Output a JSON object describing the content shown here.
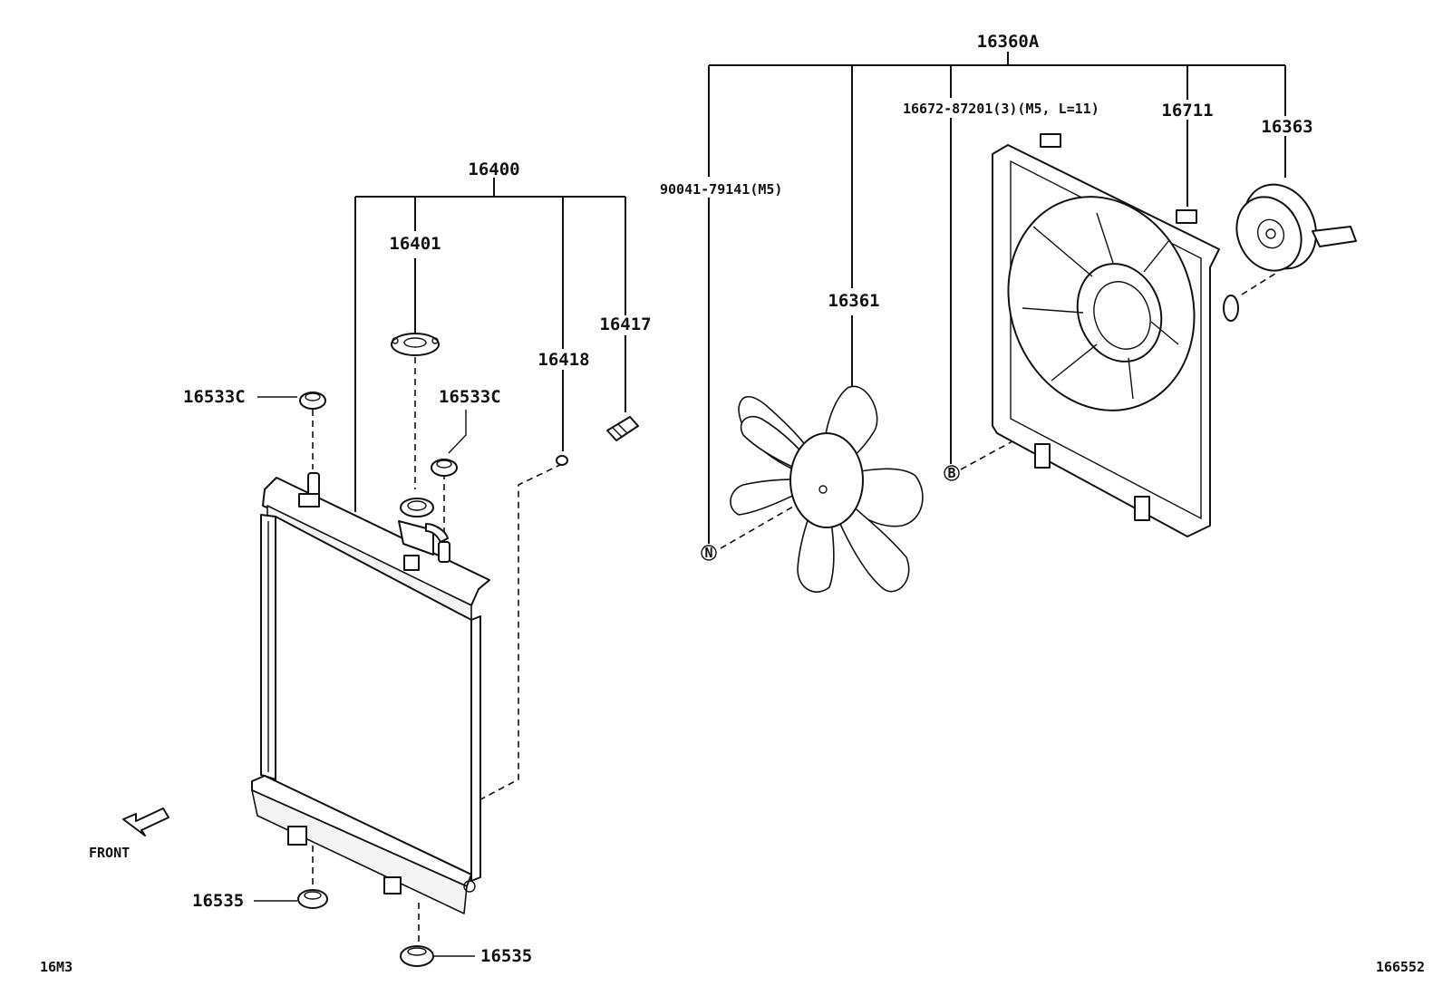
{
  "diagram": {
    "callouts": {
      "assembly_16360A": "16360A",
      "bolt_16672": "16672-87201(3)(M5, L=11)",
      "shroud_16711": "16711",
      "motor_16363": "16363",
      "nut_90041": "90041-79141(M5)",
      "fan_16361": "16361",
      "radiator_16400": "16400",
      "cap_16401": "16401",
      "plug_16417": "16417",
      "gasket_16418": "16418",
      "cushion_16533C_left": "16533C",
      "cushion_16533C_right": "16533C",
      "cushion_16535_left": "16535",
      "cushion_16535_right": "16535"
    },
    "markers": {
      "n": "N",
      "b": "B"
    },
    "front_label": "FRONT",
    "page_code": "16M3",
    "figure_number": "166552"
  }
}
